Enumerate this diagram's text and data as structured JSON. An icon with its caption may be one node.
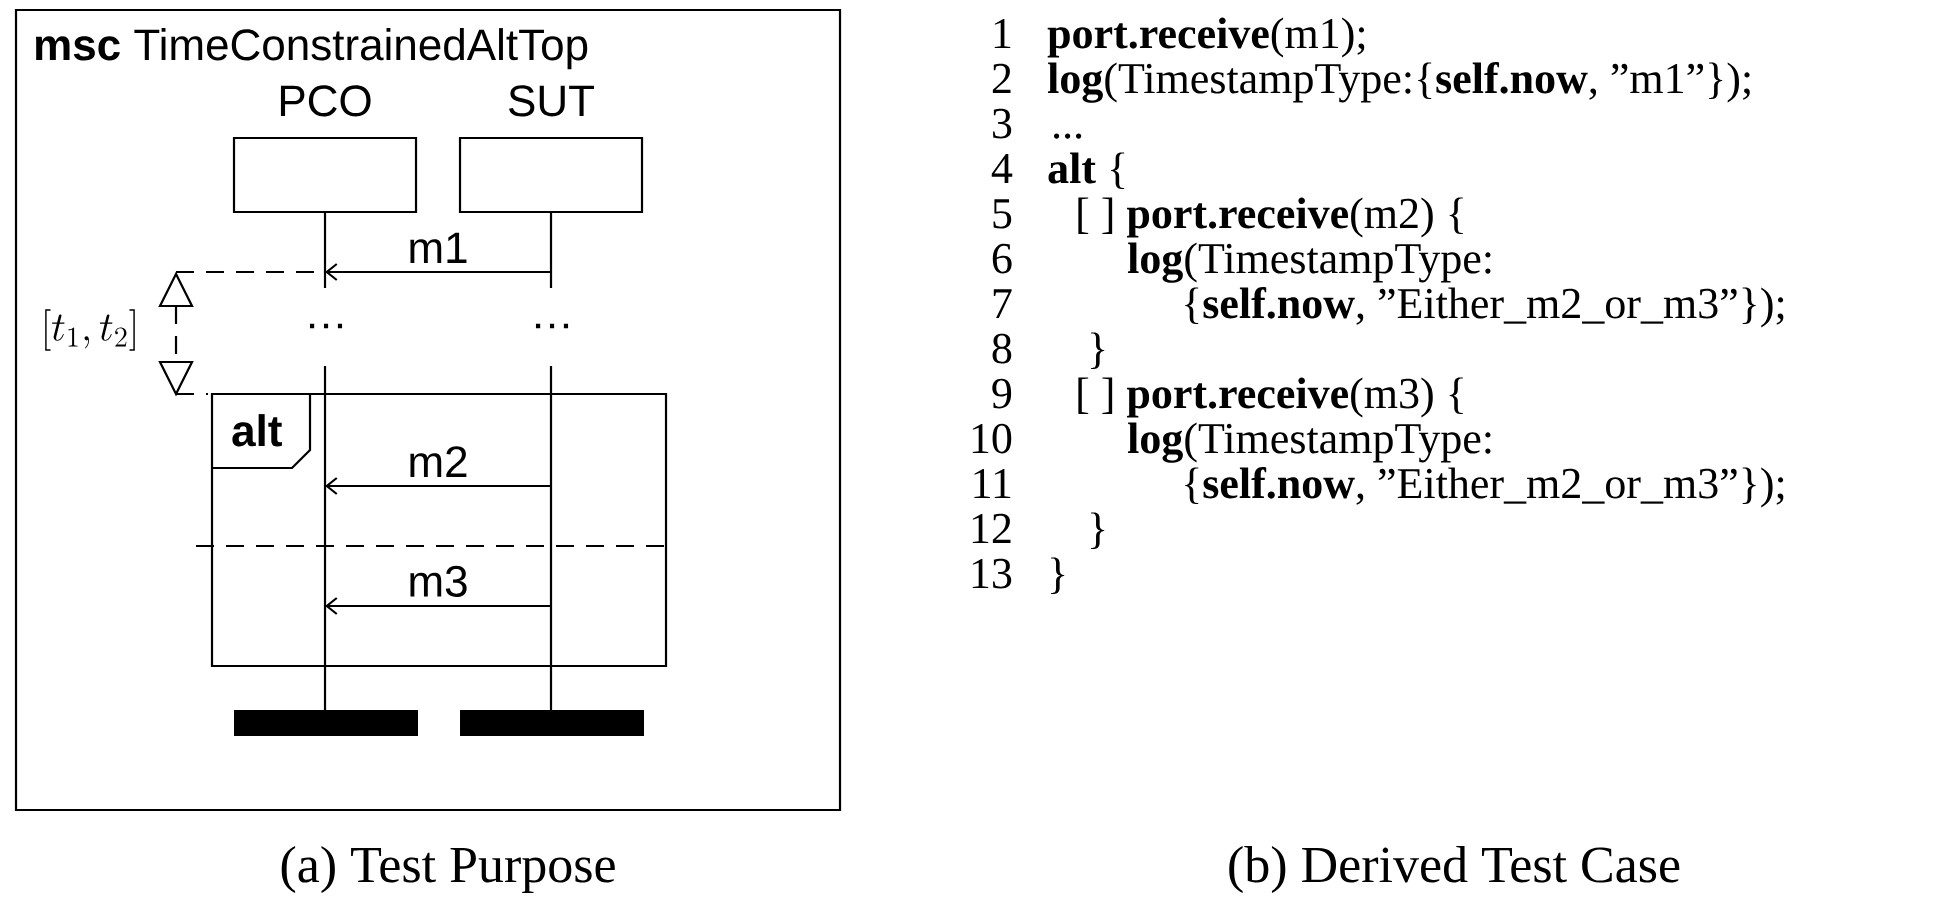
{
  "diagram": {
    "nodes": [
      {
        "text": [
          "**msc** TimeConstrainedAltTop"
        ]
      },
      {
        "text": [
          "PCO"
        ],
        "in": 0
      },
      {
        "text": [
          "SUT"
        ],
        "in": 0
      }
    ],
    "edges": [
      {
        "from": 2,
        "to": 1,
        "arrow": "to",
        "label": "m1"
      },
      {
        "from": 2,
        "to": 1,
        "arrow": "to",
        "label": "m2"
      },
      {
        "from": 2,
        "to": 1,
        "arrow": "to",
        "label": "m3"
      }
    ],
    "labels": [
      "[t_1,t_2]",
      "…",
      "…",
      "alt",
      "1",
      "**port.receive**(m1);",
      "2",
      "**log**(TimestampType:{**self.now**, ”m1”});",
      "3",
      "...",
      "4",
      "**alt** {",
      "5",
      "[ ] **port.receive**(m2) {",
      "6",
      "**log**(TimestampType:",
      "7",
      "{**self.now**, ”Either_m2_or_m3”});",
      "8",
      "}",
      "9",
      "[ ] **port.receive**(m3) {",
      "10",
      "**log**(TimestampType:",
      "11",
      "{**self.now**, ”Either_m2_or_m3”});",
      "12",
      "}",
      "13",
      "}",
      "(a) Test Purpose",
      "(b) Derived Test Case"
    ]
  }
}
